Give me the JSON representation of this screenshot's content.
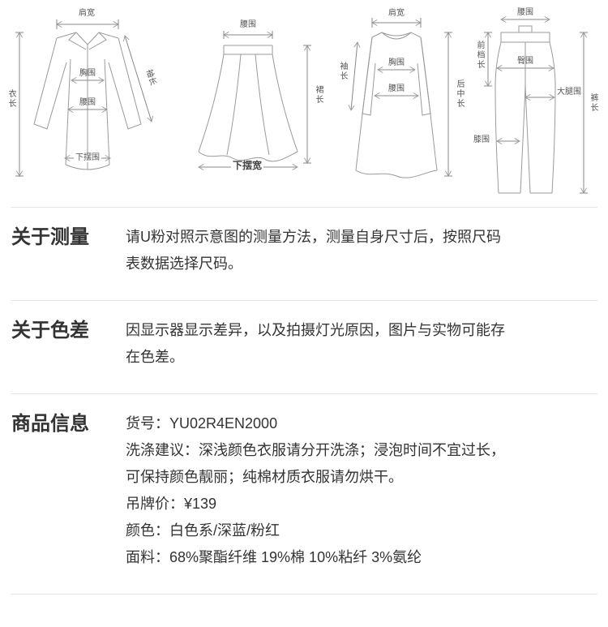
{
  "page": {
    "bg": "#ffffff",
    "text_color": "#333333",
    "divider_color": "#e5e5e5",
    "diagram_stroke": "#9a9a9a"
  },
  "diagrams": {
    "shirt": {
      "shoulder": "肩宽",
      "length": "衣长",
      "sleeve": "袖长",
      "bust": "胸围",
      "waist": "腰围",
      "hem": "下摆围"
    },
    "skirt": {
      "waist": "腰围",
      "length": "裙长",
      "hem_width": "下摆宽"
    },
    "dress": {
      "shoulder": "肩宽",
      "sleeve": "袖长",
      "bust": "胸围",
      "waist": "腰围",
      "back_length": "后中长"
    },
    "pants": {
      "waist": "腰围",
      "front_rise": "前档长",
      "hip": "臀围",
      "thigh": "大腿围",
      "knee": "膝围",
      "length": "裤长"
    }
  },
  "sections": [
    {
      "title": "关于测量",
      "paragraphs": [
        "请U粉对照示意图的测量方法，测量自身尺寸后，按照尺码表数据选择尺码。"
      ]
    },
    {
      "title": "关于色差",
      "paragraphs": [
        "因显示器显示差异，以及拍摄灯光原因，图片与实物可能存在色差。"
      ]
    },
    {
      "title": "商品信息",
      "paragraphs": [
        "货号：YU02R4EN2000",
        "洗涤建议：深浅颜色衣服请分开洗涤；浸泡时间不宜过长，可保持颜色靓丽；纯棉材质衣服请勿烘干。",
        "吊牌价：¥139",
        "颜色：白色系/深蓝/粉红",
        "面料：68%聚酯纤维 19%棉 10%粘纤 3%氨纶"
      ]
    }
  ]
}
